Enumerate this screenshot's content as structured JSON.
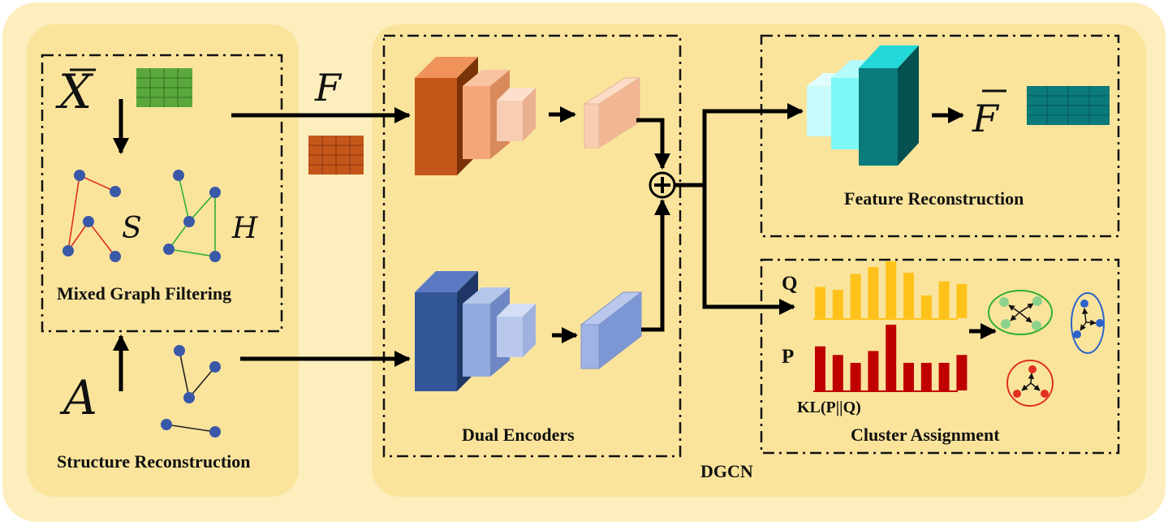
{
  "colors": {
    "outer_bg": "#fdeebe",
    "panel_bg": "#fae49c",
    "input_matrix": "#5aa83c",
    "feature_matrix": "#c4561a",
    "orange_dark": "#c4561a",
    "orange_mid": "#f2a67a",
    "orange_light": "#f8cdb2",
    "blue_dark": "#34579a",
    "blue_mid": "#92a9dd",
    "blue_light": "#b9c8ec",
    "teal_dark": "#0a7a7a",
    "teal_mid": "#7ef8f8",
    "teal_light": "#c8fbfb",
    "q_bars": "#ffc21a",
    "p_bars": "#c00000",
    "node": "#3a58a8",
    "edge_s": "#e03020",
    "edge_h": "#30b030",
    "edge_a": "#222222"
  },
  "labels": {
    "x": "X",
    "a": "A",
    "f": "F",
    "f_bar": "F",
    "s": "S",
    "h": "H",
    "q": "Q",
    "p": "P",
    "kl": "KL(P||Q)",
    "mixed_graph_filtering": "Mixed Graph Filtering",
    "structure_reconstruction": "Structure Reconstruction",
    "dual_encoders": "Dual Encoders",
    "feature_reconstruction": "Feature Reconstruction",
    "cluster_assignment": "Cluster Assignment",
    "dgcn": "DGCN"
  },
  "q_distribution": [
    0.55,
    0.5,
    0.78,
    0.9,
    1.0,
    0.8,
    0.4,
    0.65,
    0.6
  ],
  "p_distribution": [
    0.67,
    0.54,
    0.42,
    0.6,
    1.0,
    0.42,
    0.42,
    0.42,
    0.54
  ],
  "icons": [
    "addition-node-icon",
    "arrow-icon",
    "graph-icon",
    "matrix-icon",
    "cluster-icon"
  ]
}
